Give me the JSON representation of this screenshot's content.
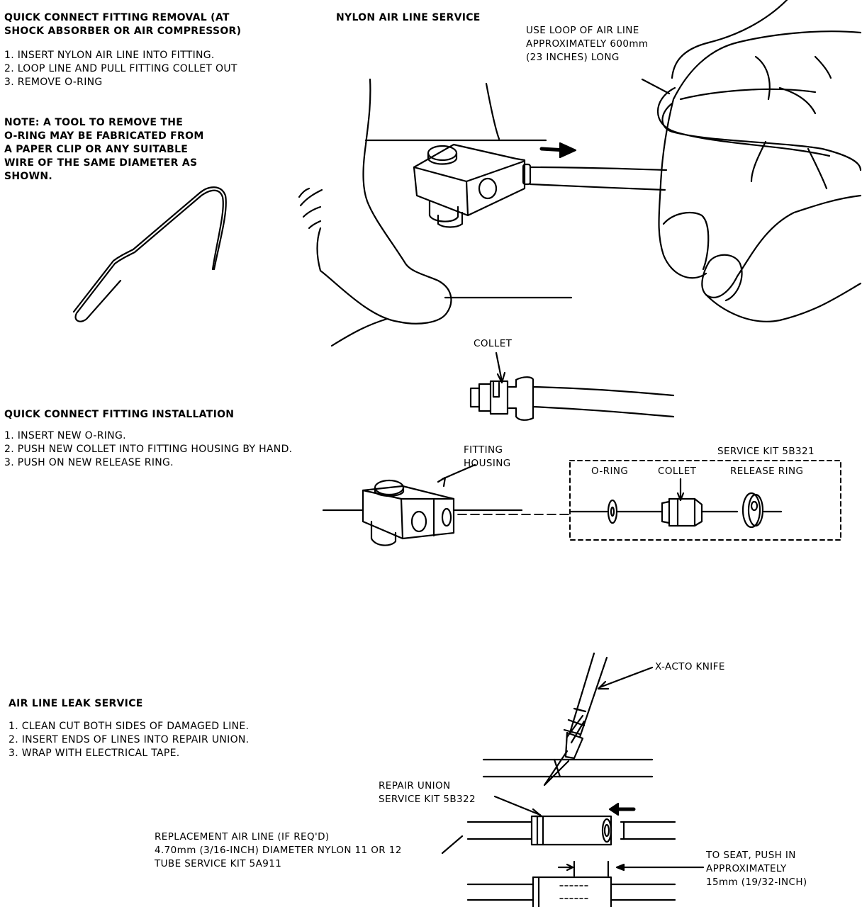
{
  "removal": {
    "title": [
      "QUICK CONNECT FITTING REMOVAL (AT",
      "SHOCK ABSORBER OR AIR COMPRESSOR)"
    ],
    "steps": [
      "1. INSERT NYLON AIR LINE INTO FITTING.",
      "2. LOOP LINE AND PULL FITTING COLLET OUT",
      "3. REMOVE O-RING"
    ],
    "note": [
      "NOTE: A TOOL TO REMOVE THE",
      "O-RING MAY BE FABRICATED FROM",
      "A PAPER CLIP OR ANY SUITABLE",
      "WIRE OF THE SAME DIAMETER AS",
      "SHOWN."
    ]
  },
  "nylon": {
    "title": "NYLON AIR LINE SERVICE",
    "loop_label": [
      "USE LOOP OF AIR LINE",
      "APPROXIMATELY 600mm",
      "(23 INCHES) LONG"
    ],
    "collet_label": "COLLET"
  },
  "installation": {
    "title": "QUICK CONNECT FITTING INSTALLATION",
    "steps": [
      "1. INSERT NEW O-RING.",
      "2. PUSH NEW COLLET INTO FITTING HOUSING BY HAND.",
      "3. PUSH ON NEW RELEASE RING."
    ],
    "housing_label": [
      "FITTING",
      "HOUSING"
    ],
    "kit_label": "SERVICE KIT 5B321",
    "oring_label": "O-RING",
    "collet_label": "COLLET",
    "release_label": "RELEASE RING"
  },
  "leak": {
    "title": "AIR LINE LEAK SERVICE",
    "steps": [
      "1. CLEAN CUT BOTH SIDES OF DAMAGED LINE.",
      "2. INSERT ENDS OF LINES INTO REPAIR UNION.",
      "3. WRAP WITH ELECTRICAL TAPE."
    ],
    "knife_label": "X-ACTO KNIFE",
    "union_label": [
      "REPAIR UNION",
      "SERVICE KIT 5B322"
    ],
    "replacement_label": [
      "REPLACEMENT AIR LINE (IF REQ'D)",
      "4.70mm (3/16-INCH) DIAMETER NYLON 11 OR 12",
      "TUBE SERVICE KIT 5A911"
    ],
    "seat_label": [
      "TO SEAT, PUSH IN",
      "APPROXIMATELY",
      "15mm (19/32-INCH)"
    ]
  }
}
